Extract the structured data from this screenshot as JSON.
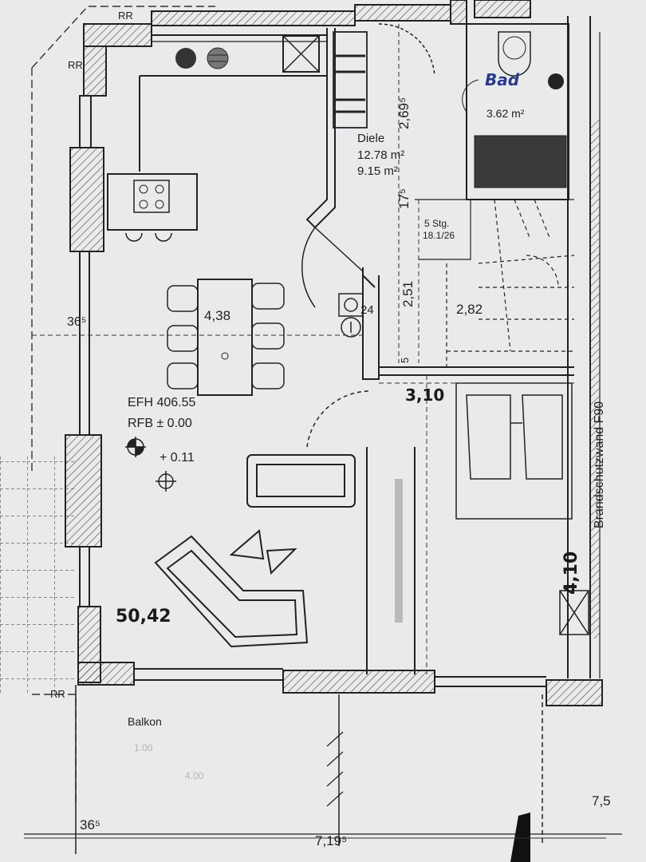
{
  "rooms": {
    "diele": {
      "name": "Diele",
      "area_a": "12.78 m²",
      "area_b": "9.15 m²"
    },
    "bad": {
      "name_handwritten": "Bad",
      "area": "3.62 m²"
    },
    "balkon": {
      "name": "Balkon"
    }
  },
  "living": {
    "efh": "EFH 406.55",
    "rfb": "RFB ± 0.00",
    "level": "+ 0.11",
    "area_handwritten": "50,42"
  },
  "stairs": {
    "steps": "5 Stg.",
    "ratio": "18.1/26"
  },
  "wall_label": "Brandschutzwand F90",
  "markers": {
    "rr": "RR"
  },
  "dimensions": {
    "wall_left": "36⁵",
    "wall_bottom_left": "36⁵",
    "table_width": "4,38",
    "diele_height": "2,69⁵",
    "diele_width": "17⁵",
    "hall_height": "2,51",
    "hall_width": "2,82",
    "hall_depth": "24",
    "hall_small": "5",
    "room_width": "3,10",
    "right_height": "4,10",
    "bottom_width": "7,19⁵",
    "bottom_right": "7,5",
    "balkon_faint_a": "1.00",
    "balkon_faint_b": "4.00"
  },
  "colors": {
    "paper": "#e9eaec",
    "ink": "#222222",
    "hatch": "#444444",
    "fill_dark": "#3a3a3a"
  }
}
